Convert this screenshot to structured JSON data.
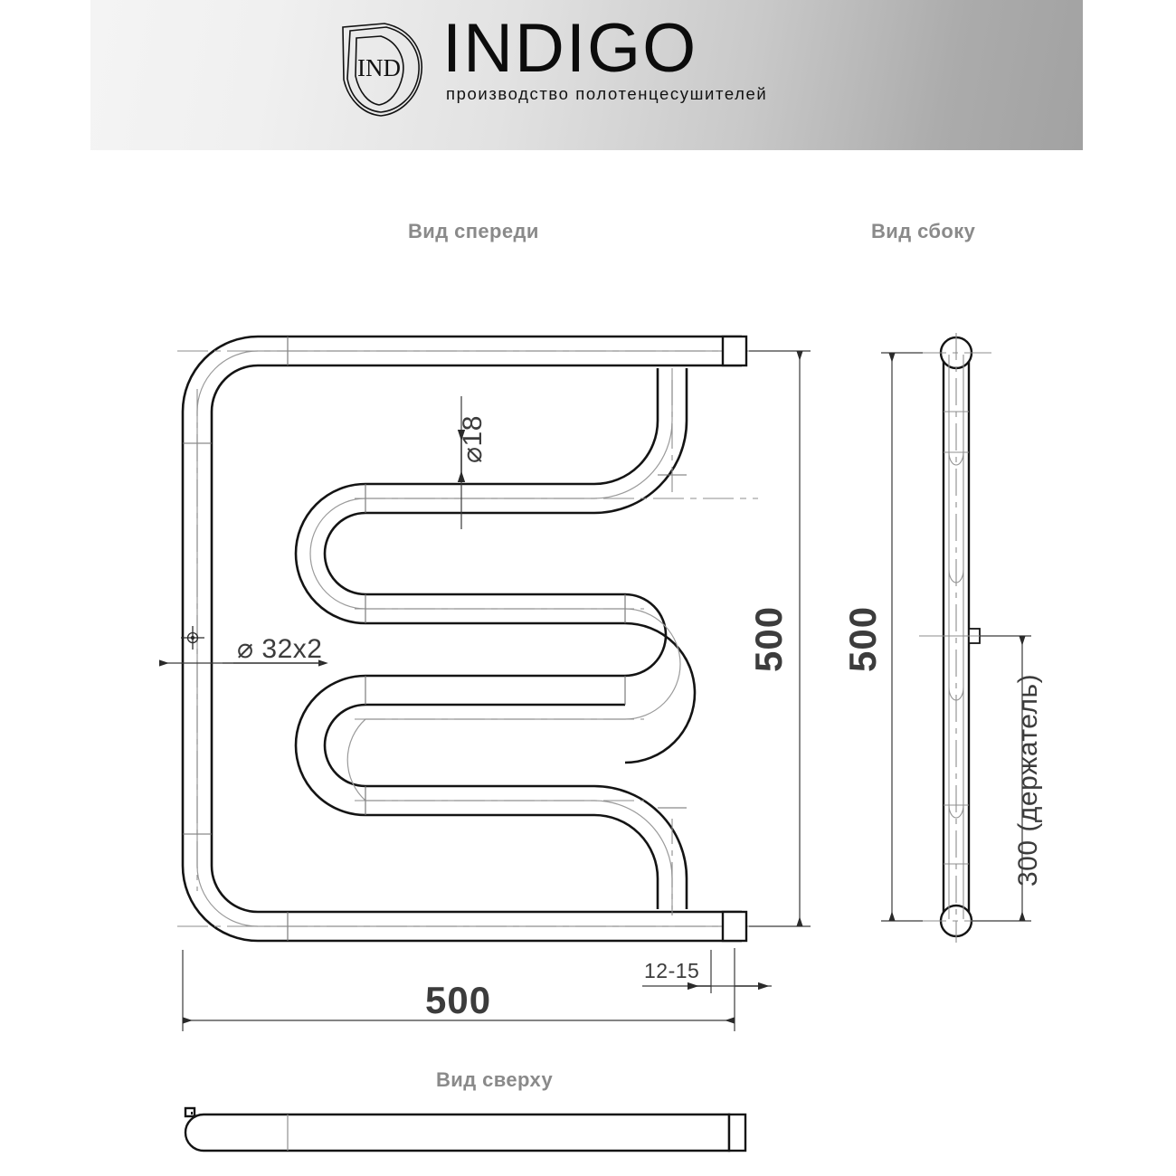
{
  "header": {
    "brand": "INDIGO",
    "tagline": "производство полотенцесушителей",
    "logo_monogram": "IND"
  },
  "views": {
    "front": "Вид спереди",
    "side": "Вид сбоку",
    "top": "Вид сверху"
  },
  "dimensions": {
    "tube_outer": "⌀ 32x2",
    "tube_inner": "⌀18",
    "height": "500",
    "width": "500",
    "side_height": "500",
    "holder": "300 (держатель)",
    "wall_gap": "12-15"
  },
  "colors": {
    "line": "#1a1a1a",
    "thin_line": "#8f8f8f",
    "dim_text": "#3c3c3c",
    "caption": "#8a8a8a",
    "banner_light": "#f4f4f4",
    "banner_dark": "#a2a2a2"
  }
}
